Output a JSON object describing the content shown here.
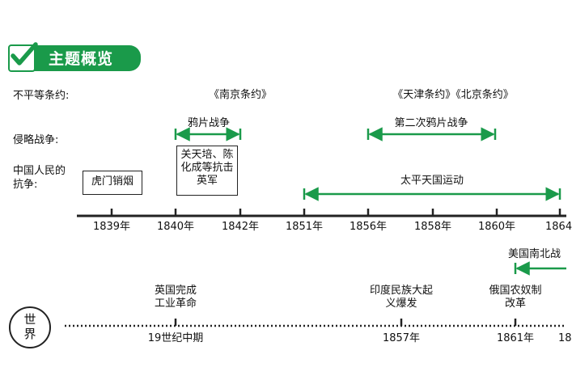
{
  "header": {
    "title": "主题概览",
    "icon": "check-icon",
    "accent": "#1a9a4a"
  },
  "row_labels": {
    "treaties": "不平等条约:",
    "wars": "侵略战争:",
    "struggle": "中国人民的抗争:"
  },
  "treaties": [
    "《南京条约》",
    "《天津条约》《北京条约》"
  ],
  "wars": [
    "鸦片战争",
    "第二次鸦片战争"
  ],
  "struggles": [
    "虎门销烟",
    "关天培、陈化成等抗击英军",
    "太平天国运动"
  ],
  "timeline_ticks": [
    "1839年",
    "1840年",
    "1842年",
    "1851年",
    "1856年",
    "1858年",
    "1860年",
    "1864"
  ],
  "us_civil_war": "美国南北战",
  "world": {
    "label": "世界",
    "events": [
      "英国完成工业革命",
      "印度民族大起义爆发",
      "俄国农奴制改革"
    ],
    "dates": [
      "19世纪中期",
      "1857年",
      "1861年",
      "18"
    ]
  },
  "colors": {
    "arrow": "#1a9a4a",
    "axis": "#222222"
  }
}
